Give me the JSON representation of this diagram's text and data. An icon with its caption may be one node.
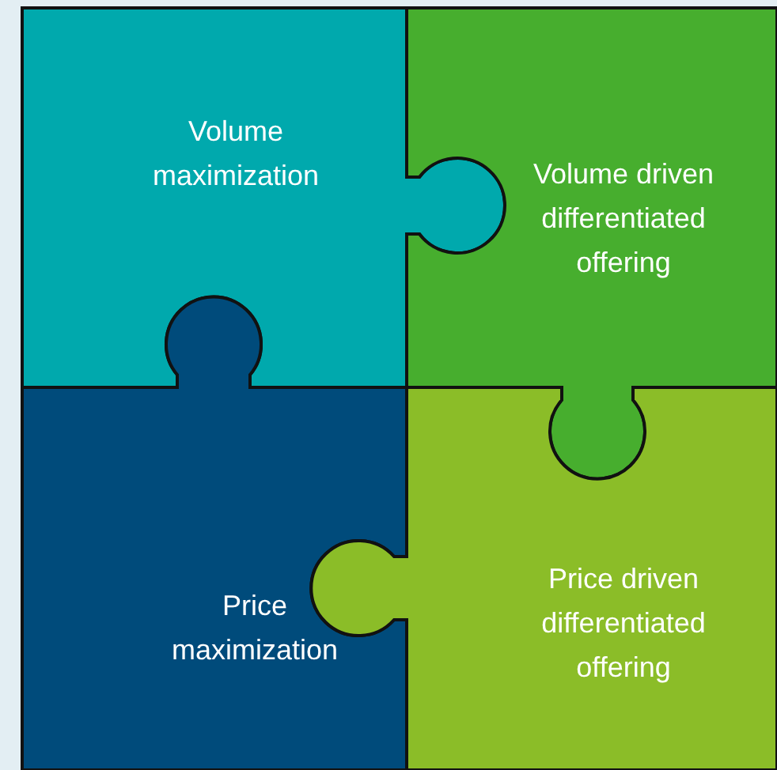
{
  "diagram": {
    "nodes": [
      {
        "text": [
          "Volume maximization"
        ]
      },
      {
        "text": [
          "Volume driven differentiated offering"
        ]
      },
      {
        "text": [
          "Price maximization"
        ]
      },
      {
        "text": [
          "Price driven differentiated offering"
        ]
      }
    ]
  }
}
